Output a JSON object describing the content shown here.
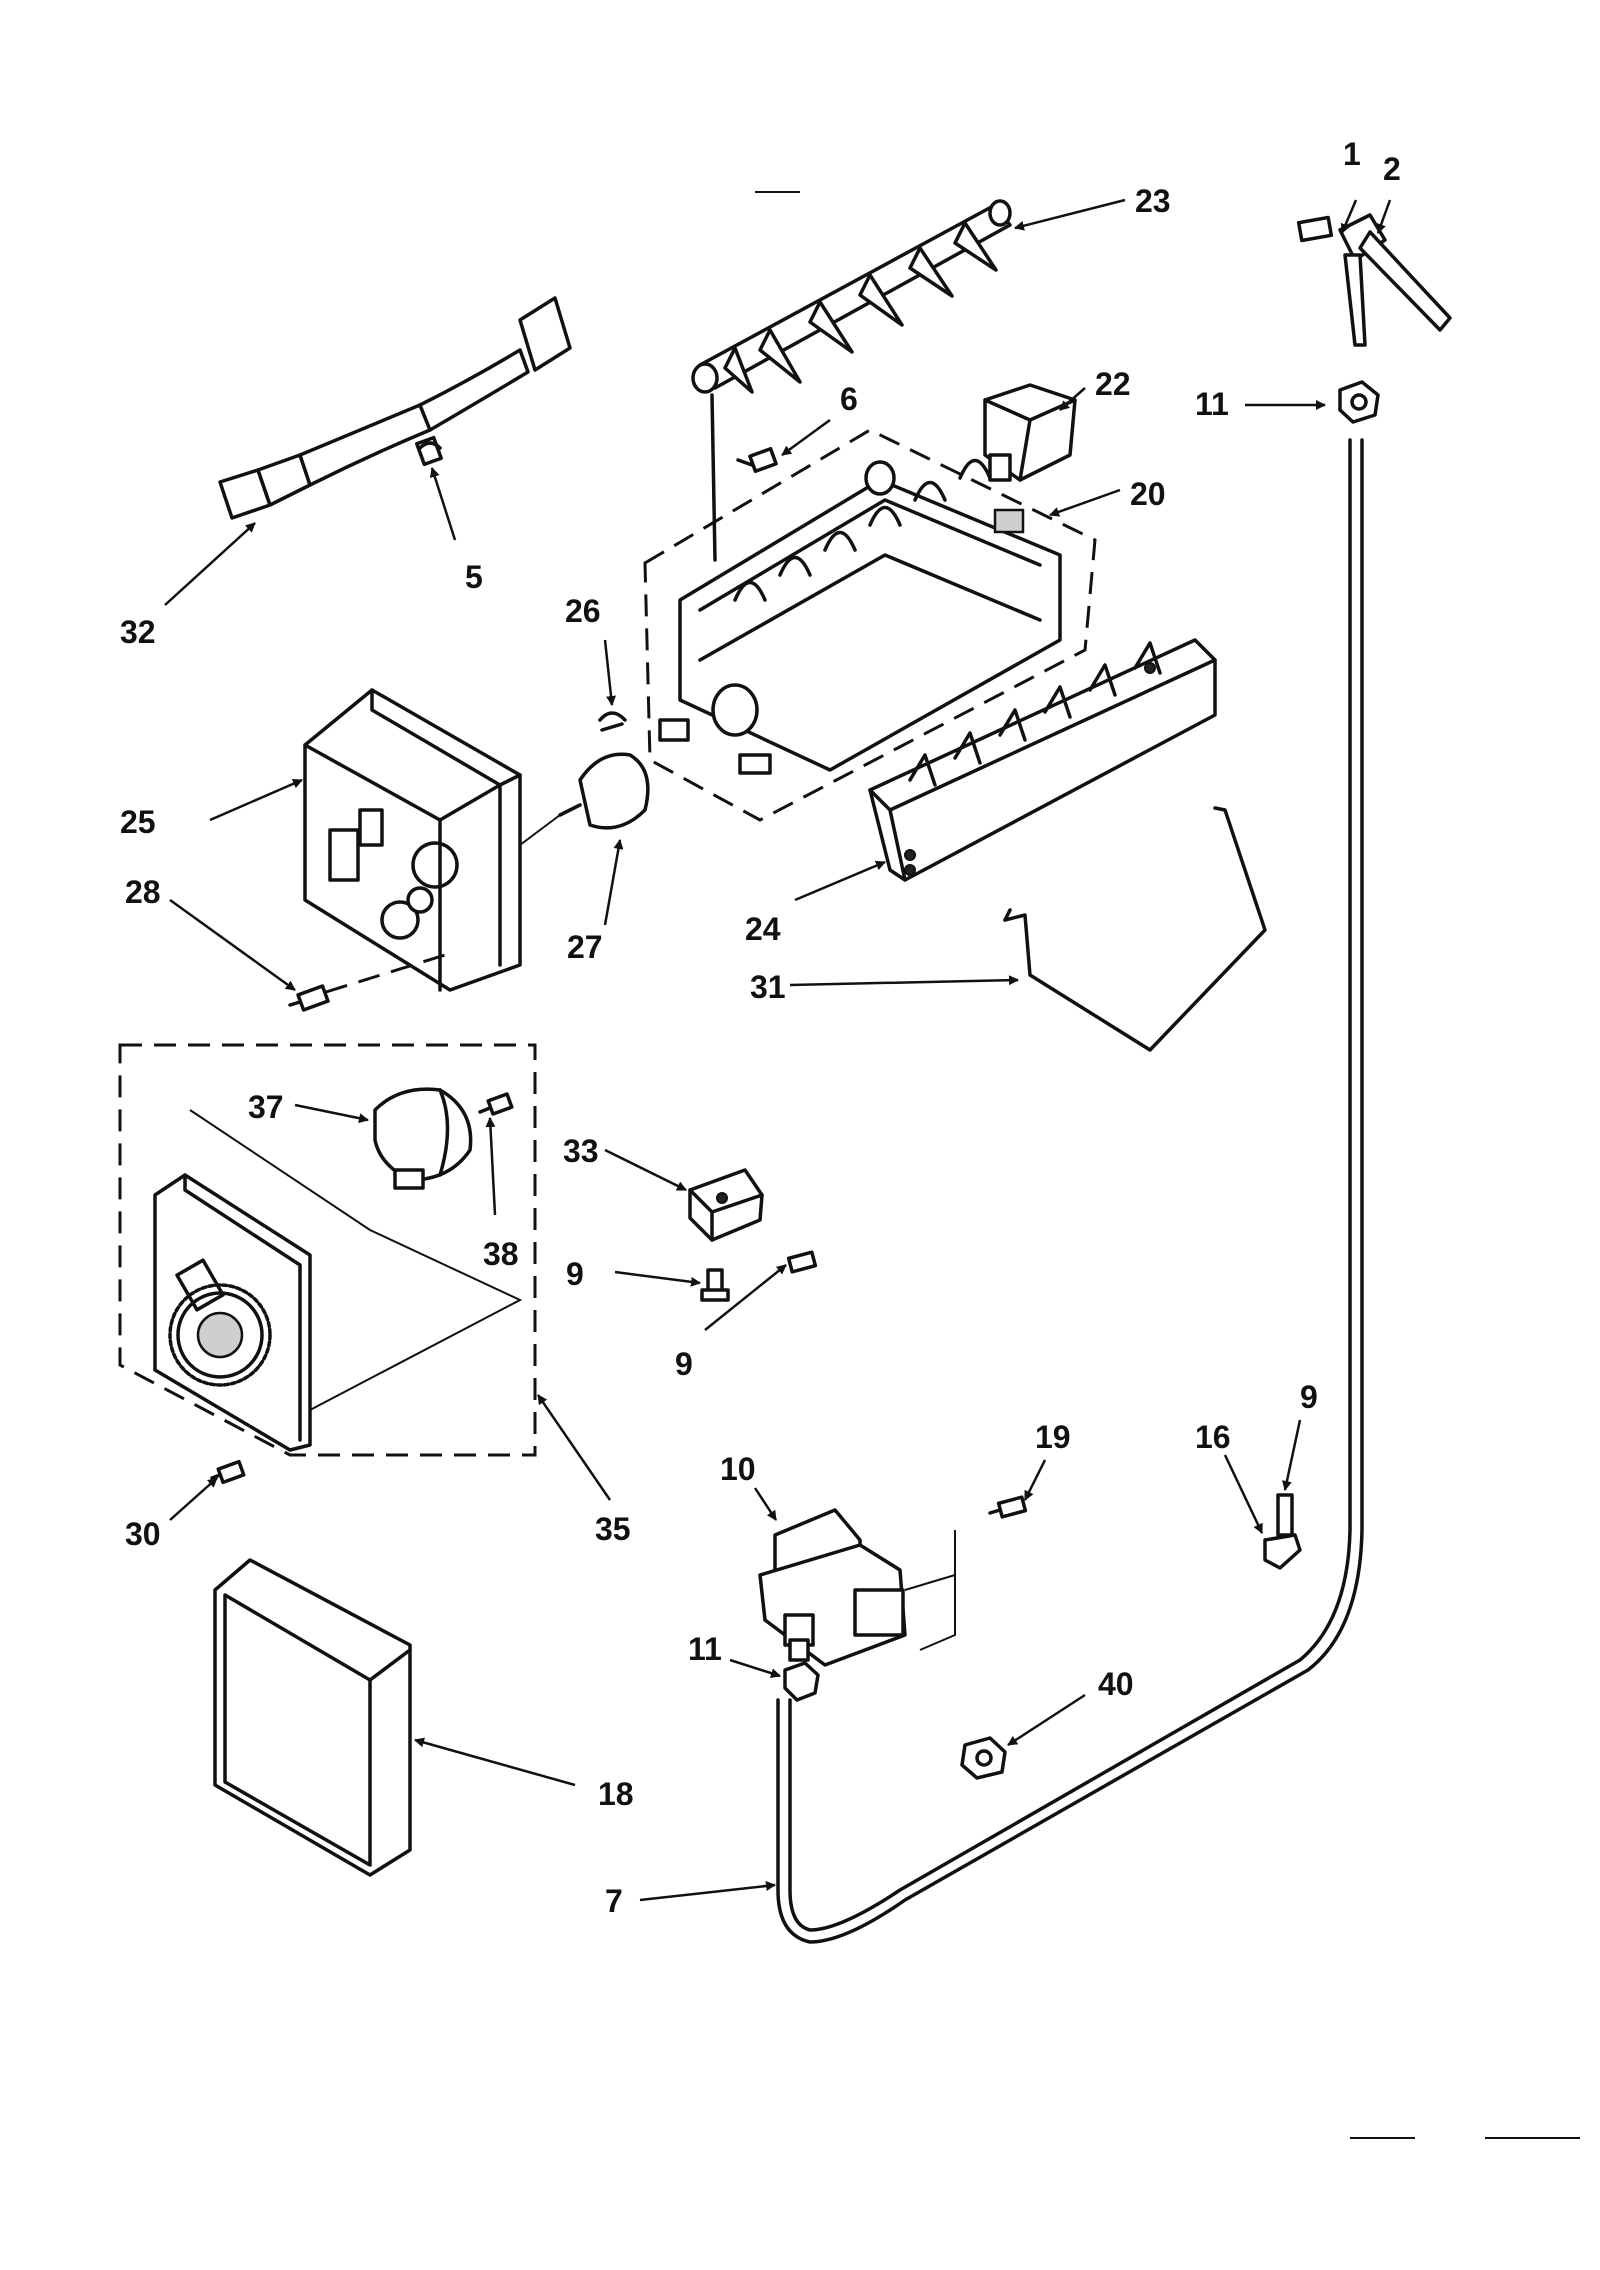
{
  "diagram": {
    "colors": {
      "ink": "#111111",
      "paper": "#ffffff",
      "shading": "#cfcfcf"
    },
    "callouts": {
      "c1": "1",
      "c2": "2",
      "c23": "23",
      "c22": "22",
      "c20": "20",
      "c6": "6",
      "c11a": "11",
      "c5": "5",
      "c32": "32",
      "c26": "26",
      "c25": "25",
      "c28": "28",
      "c27": "27",
      "c24": "24",
      "c31": "31",
      "c37": "37",
      "c38": "38",
      "c33": "33",
      "c9a": "9",
      "c9b": "9",
      "c9c": "9",
      "c16": "16",
      "c19": "19",
      "c10": "10",
      "c35": "35",
      "c30": "30",
      "c11b": "11",
      "c40": "40",
      "c18": "18",
      "c7": "7"
    }
  }
}
